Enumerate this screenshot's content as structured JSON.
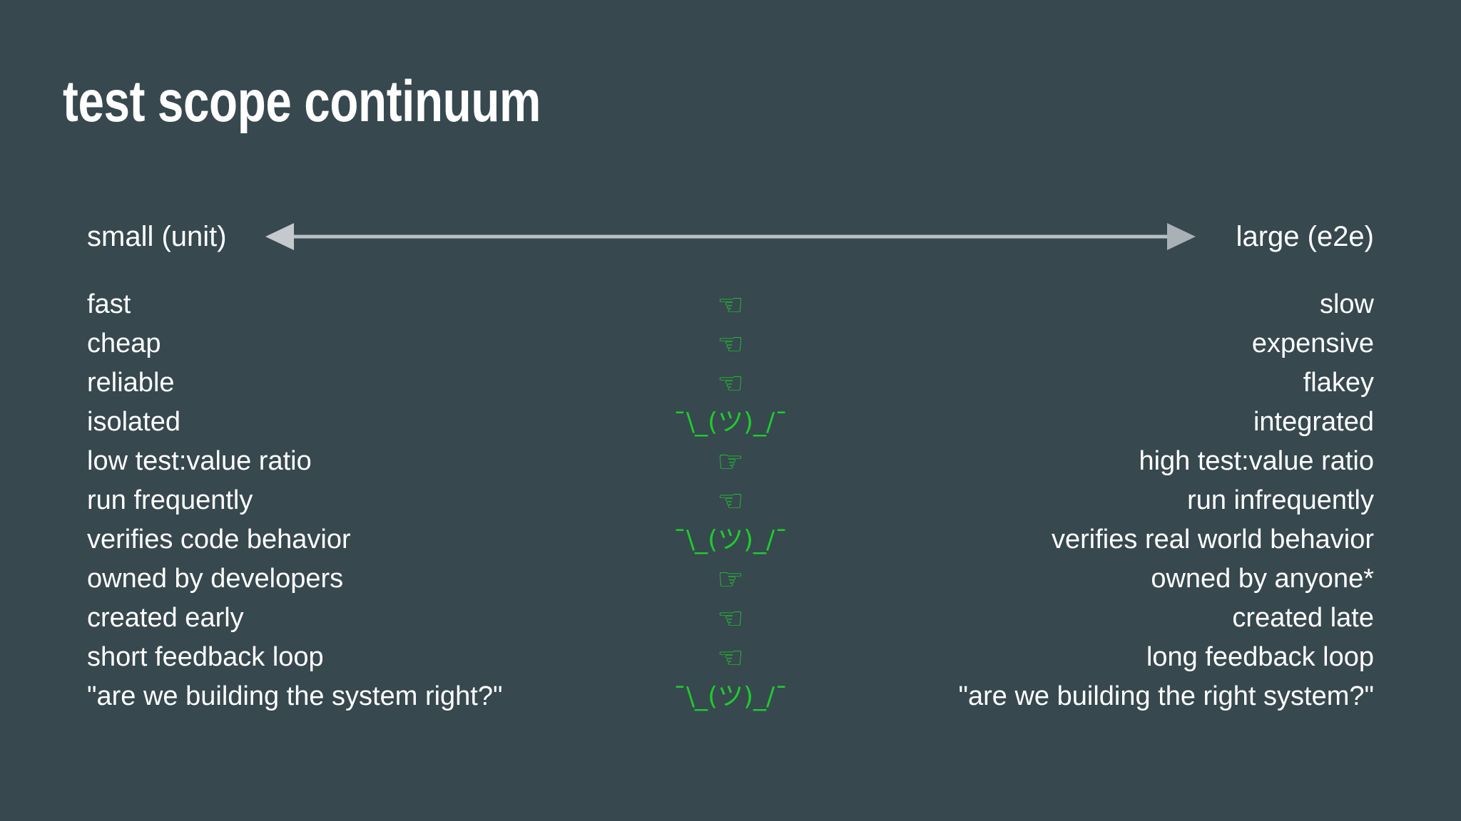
{
  "colors": {
    "background": "#37484f",
    "text": "#ffffff",
    "title": "#fdfefd",
    "accent_green": "#1ecb2c",
    "arrow_gray": "#b9bfc4"
  },
  "title": "test scope continuum",
  "axis": {
    "left_label": "small (unit)",
    "right_label": "large (e2e)",
    "arrow_icon": "double-headed-horizontal-arrow"
  },
  "glyphs": {
    "hand_left": "☜",
    "hand_right": "☞",
    "shrug": "¯\\_(ツ)_/¯"
  },
  "rows": [
    {
      "left": "fast",
      "mid": "☜",
      "mid_kind": "hand-left-icon",
      "right": "slow"
    },
    {
      "left": "cheap",
      "mid": "☜",
      "mid_kind": "hand-left-icon",
      "right": "expensive"
    },
    {
      "left": "reliable",
      "mid": "☜",
      "mid_kind": "hand-left-icon",
      "right": "flakey"
    },
    {
      "left": "isolated",
      "mid": "¯\\_(ツ)_/¯",
      "mid_kind": "shrug-icon",
      "right": "integrated"
    },
    {
      "left": "low test:value ratio",
      "mid": "☞",
      "mid_kind": "hand-right-icon",
      "right": "high test:value ratio"
    },
    {
      "left": "run frequently",
      "mid": "☜",
      "mid_kind": "hand-left-icon",
      "right": "run infrequently"
    },
    {
      "left": "verifies code behavior",
      "mid": "¯\\_(ツ)_/¯",
      "mid_kind": "shrug-icon",
      "right": "verifies real world behavior"
    },
    {
      "left": "owned by developers",
      "mid": "☞",
      "mid_kind": "hand-right-icon",
      "right": "owned by anyone*"
    },
    {
      "left": "created early",
      "mid": "☜",
      "mid_kind": "hand-left-icon",
      "right": "created late"
    },
    {
      "left": "short feedback loop",
      "mid": "☜",
      "mid_kind": "hand-left-icon",
      "right": "long feedback loop"
    },
    {
      "left": "\"are we building the system right?\"",
      "mid": "¯\\_(ツ)_/¯",
      "mid_kind": "shrug-icon",
      "right": "\"are we building the right system?\""
    }
  ]
}
